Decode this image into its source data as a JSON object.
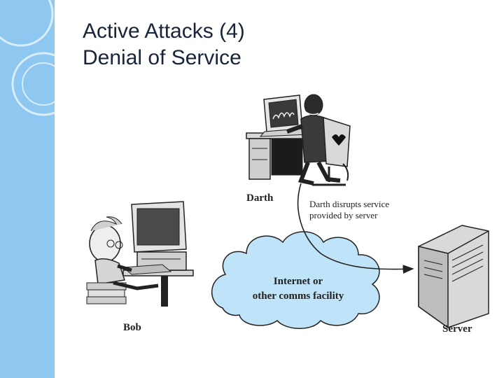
{
  "slide": {
    "title_line1": "Active Attacks (4)",
    "title_line2": "Denial of Service"
  },
  "diagram": {
    "attacker_label": "Darth",
    "victim_label": "Bob",
    "server_label": "Server",
    "network_label_line1": "Internet or",
    "network_label_line2": "other comms facility",
    "annotation_line1": "Darth disrupts service",
    "annotation_line2": "provided by server"
  },
  "colors": {
    "side_band": "#8ec7f0",
    "title_text": "#17243a",
    "cloud_fill": "#bfe3f8",
    "line": "#222222"
  }
}
